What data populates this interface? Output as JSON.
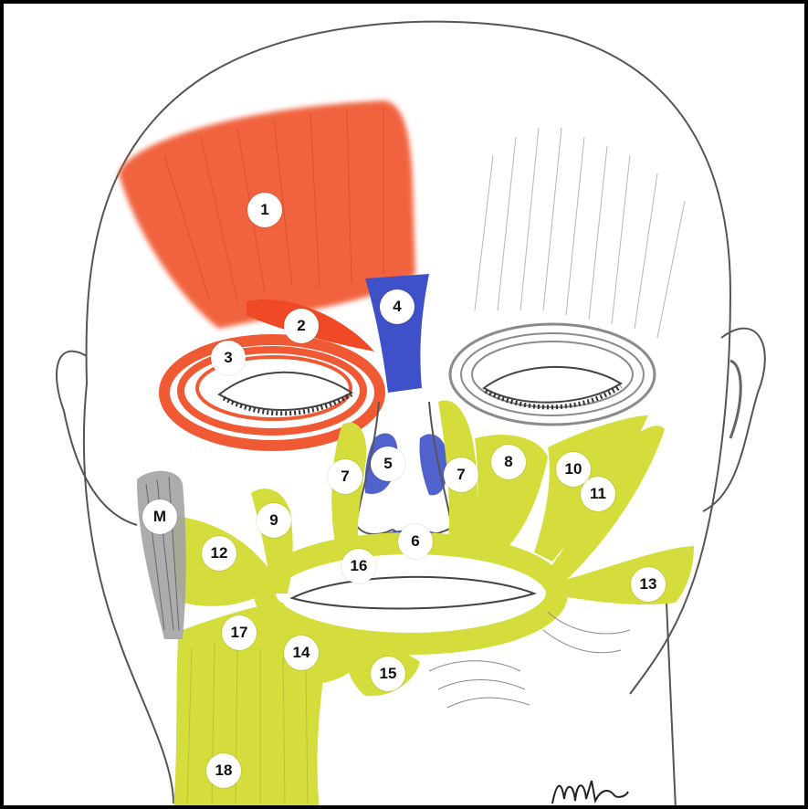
{
  "colors": {
    "red_muscle": "#f0572f",
    "blue_muscle": "#3f51c8",
    "yellow_muscle": "#d4dd3c",
    "grey_muscle": "#9a9a9a",
    "outline": "#555555",
    "background": "#ffffff"
  },
  "labels": [
    {
      "id": "label-1",
      "text": "1"
    },
    {
      "id": "label-2",
      "text": "2"
    },
    {
      "id": "label-3",
      "text": "3"
    },
    {
      "id": "label-4",
      "text": "4"
    },
    {
      "id": "label-5",
      "text": "5"
    },
    {
      "id": "label-6",
      "text": "6"
    },
    {
      "id": "label-7-left",
      "text": "7"
    },
    {
      "id": "label-7-right",
      "text": "7"
    },
    {
      "id": "label-8",
      "text": "8"
    },
    {
      "id": "label-9",
      "text": "9"
    },
    {
      "id": "label-10",
      "text": "10"
    },
    {
      "id": "label-11",
      "text": "11"
    },
    {
      "id": "label-12",
      "text": "12"
    },
    {
      "id": "label-13",
      "text": "13"
    },
    {
      "id": "label-14",
      "text": "14"
    },
    {
      "id": "label-15",
      "text": "15"
    },
    {
      "id": "label-16",
      "text": "16"
    },
    {
      "id": "label-17",
      "text": "17"
    },
    {
      "id": "label-18",
      "text": "18"
    },
    {
      "id": "label-m",
      "text": "M"
    }
  ]
}
